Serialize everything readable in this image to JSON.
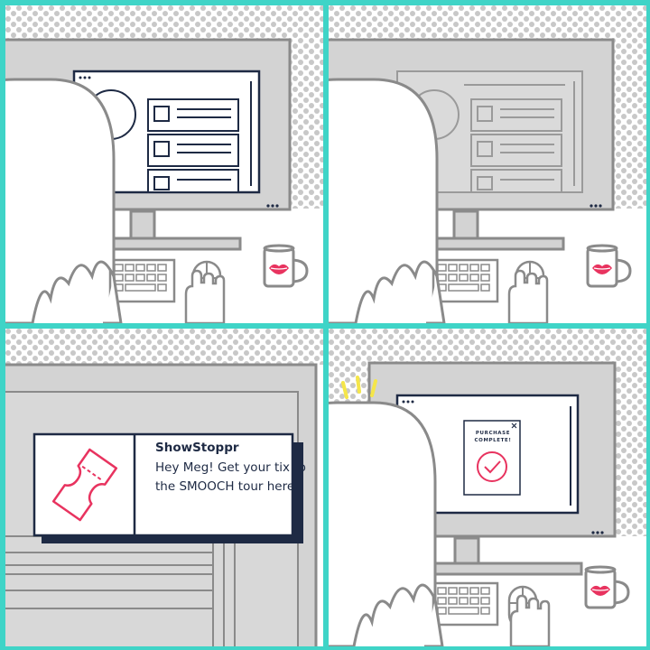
{
  "comic": {
    "panel_count": 4,
    "colors": {
      "frame": "#3fd4c7",
      "ink": "#1e2a44",
      "outline": "#8a8a8a",
      "monitor_gray": "#d3d3d3",
      "dots": "#c8c8c8",
      "accent_pink": "#e8335f",
      "alert_yellow": "#f5e64a"
    }
  },
  "panel_1": {
    "objects": [
      "monitor",
      "browser-window",
      "person-head",
      "keyboard",
      "mouse",
      "hand",
      "mug"
    ],
    "mug_icon": "lips-icon"
  },
  "panel_2": {
    "objects": [
      "monitor",
      "faded-browser-window",
      "person-head",
      "keyboard",
      "mouse",
      "hand",
      "mug"
    ],
    "mug_icon": "lips-icon"
  },
  "panel_3": {
    "notification": {
      "icon": "ticket-icon",
      "title": "ShowStoppr",
      "message": "Hey Meg! Get your tix to the SMOOCH tour here!"
    }
  },
  "panel_4": {
    "popup": {
      "title": "PURCHASE COMPLETE!",
      "icon": "checkmark-circle-icon",
      "close_icon": "close-icon"
    },
    "alert_icon": "excitement-lines-icon",
    "mug_icon": "lips-icon"
  }
}
